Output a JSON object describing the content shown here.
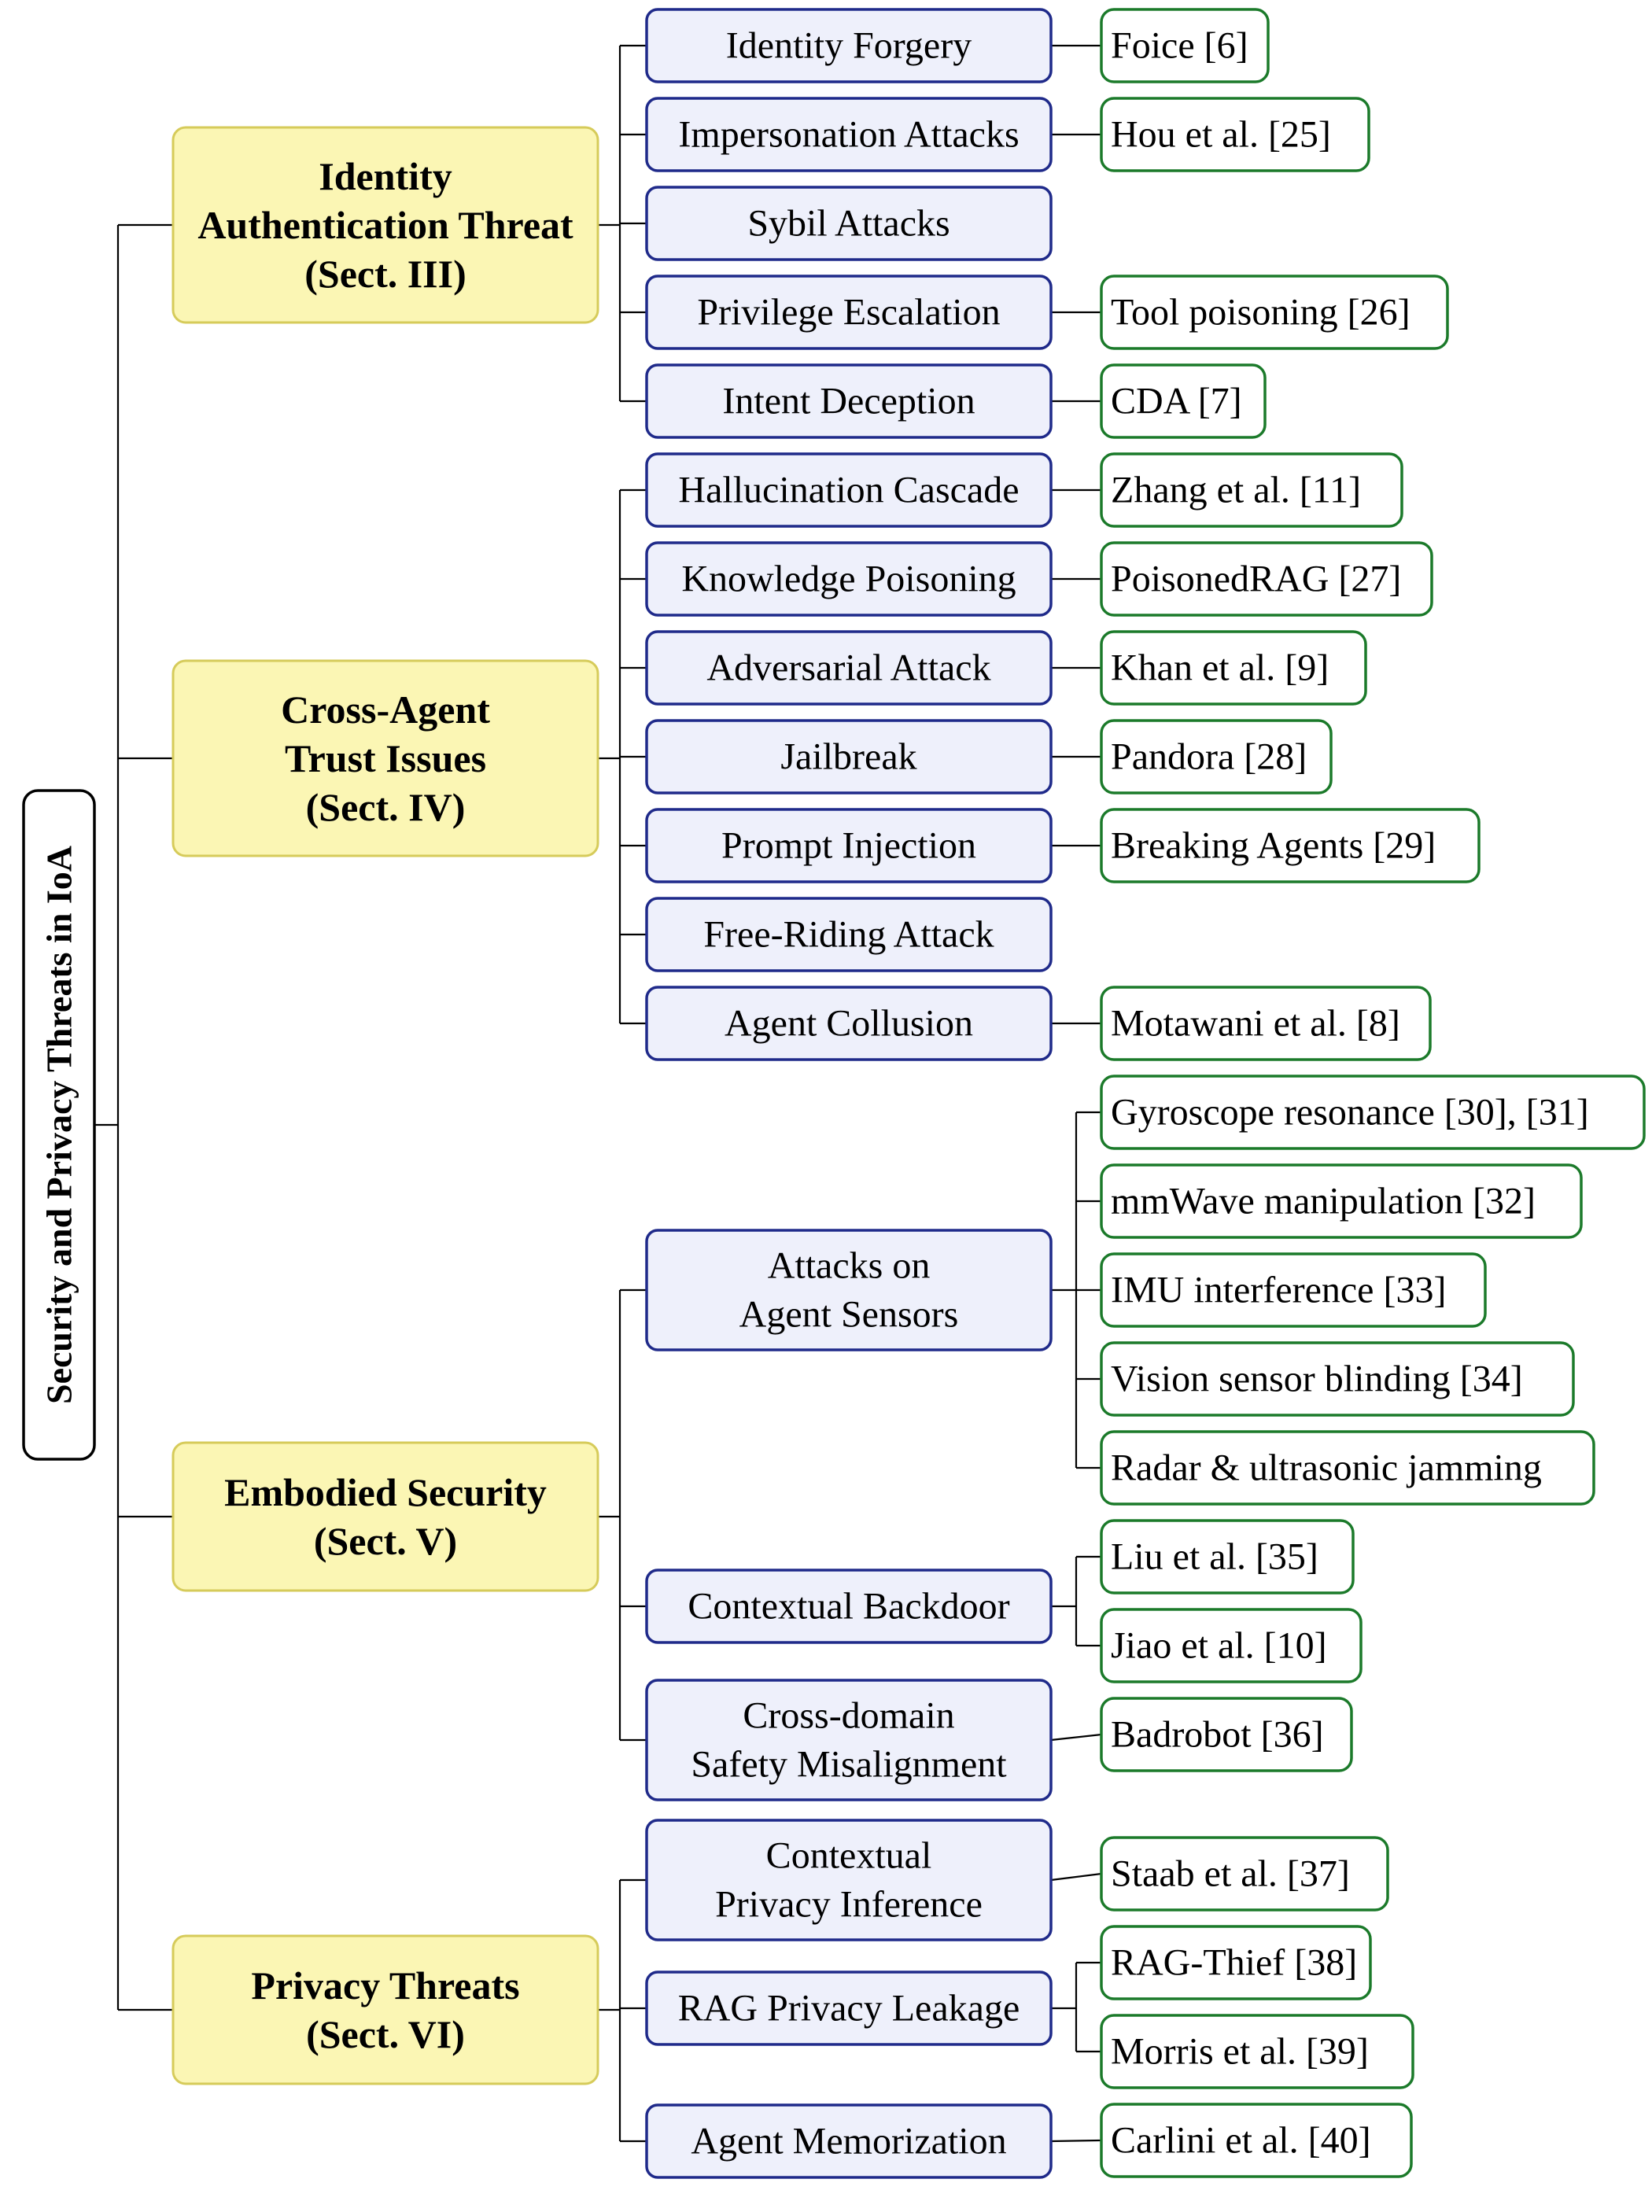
{
  "root": {
    "label": "Security and Privacy Threats in IoA"
  },
  "categories": [
    {
      "key": "identity",
      "label_lines": [
        "Identity",
        "Authentication Threat",
        "(Sect. III)"
      ],
      "threats": [
        {
          "key": "identity-forgery",
          "label_lines": [
            "Identity Forgery"
          ],
          "refs": [
            "Foice [6]"
          ]
        },
        {
          "key": "impersonation-attacks",
          "label_lines": [
            "Impersonation Attacks"
          ],
          "refs": [
            "Hou et al. [25]"
          ]
        },
        {
          "key": "sybil-attacks",
          "label_lines": [
            "Sybil Attacks"
          ],
          "refs": []
        },
        {
          "key": "privilege-escalation",
          "label_lines": [
            "Privilege Escalation"
          ],
          "refs": [
            "Tool poisoning [26]"
          ]
        },
        {
          "key": "intent-deception",
          "label_lines": [
            "Intent Deception"
          ],
          "refs": [
            "CDA [7]"
          ]
        }
      ]
    },
    {
      "key": "cross-agent",
      "label_lines": [
        "Cross-Agent",
        "Trust Issues",
        "(Sect. IV)"
      ],
      "threats": [
        {
          "key": "hallucination-cascade",
          "label_lines": [
            "Hallucination Cascade"
          ],
          "refs": [
            "Zhang et al. [11]"
          ]
        },
        {
          "key": "knowledge-poisoning",
          "label_lines": [
            "Knowledge Poisoning"
          ],
          "refs": [
            "PoisonedRAG [27]"
          ]
        },
        {
          "key": "adversarial-attack",
          "label_lines": [
            "Adversarial Attack"
          ],
          "refs": [
            "Khan et al. [9]"
          ]
        },
        {
          "key": "jailbreak",
          "label_lines": [
            "Jailbreak"
          ],
          "refs": [
            "Pandora [28]"
          ]
        },
        {
          "key": "prompt-injection",
          "label_lines": [
            "Prompt Injection"
          ],
          "refs": [
            "Breaking Agents [29]"
          ]
        },
        {
          "key": "free-riding-attack",
          "label_lines": [
            "Free-Riding Attack"
          ],
          "refs": []
        },
        {
          "key": "agent-collusion",
          "label_lines": [
            "Agent Collusion"
          ],
          "refs": [
            "Motawani et al. [8]"
          ]
        }
      ]
    },
    {
      "key": "embodied",
      "label_lines": [
        "Embodied Security",
        "(Sect. V)"
      ],
      "threats": [
        {
          "key": "attacks-on-agent-sensors",
          "label_lines": [
            "Attacks on",
            "Agent Sensors"
          ],
          "refs": [
            "Gyroscope resonance [30], [31]",
            "mmWave manipulation [32]",
            "IMU interference [33]",
            "Vision sensor blinding [34]",
            "Radar & ultrasonic jamming"
          ]
        },
        {
          "key": "contextual-backdoor",
          "label_lines": [
            "Contextual Backdoor"
          ],
          "refs": [
            "Liu et al. [35]",
            "Jiao et al. [10]"
          ]
        },
        {
          "key": "cross-domain-safety-misalignment",
          "label_lines": [
            "Cross-domain",
            "Safety Misalignment"
          ],
          "refs": [
            "Badrobot [36]"
          ]
        }
      ]
    },
    {
      "key": "privacy",
      "label_lines": [
        "Privacy Threats",
        "(Sect. VI)"
      ],
      "threats": [
        {
          "key": "contextual-privacy-inference",
          "label_lines": [
            "Contextual",
            "Privacy Inference"
          ],
          "refs": [
            "Staab et al. [37]"
          ]
        },
        {
          "key": "rag-privacy-leakage",
          "label_lines": [
            "RAG Privacy Leakage"
          ],
          "refs": [
            "RAG-Thief [38]",
            "Morris et al. [39]"
          ]
        },
        {
          "key": "agent-memorization",
          "label_lines": [
            "Agent Memorization"
          ],
          "refs": [
            "Carlini et al. [40]"
          ]
        }
      ]
    }
  ]
}
